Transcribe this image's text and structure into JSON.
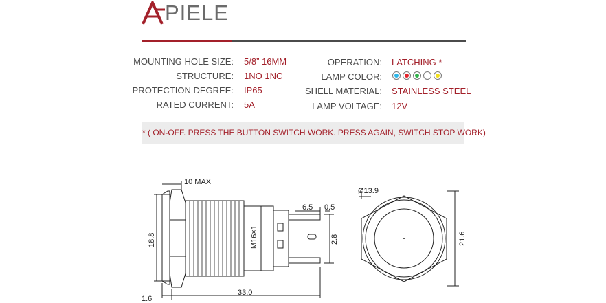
{
  "brand": {
    "name": "PIELE",
    "accent": "#a3202a"
  },
  "specs_left": [
    {
      "label": "MOUNTING HOLE SIZE:",
      "value": "5/8”  16MM"
    },
    {
      "label": "STRUCTURE:",
      "value": "1NO 1NC"
    },
    {
      "label": "PROTECTION DEGREE:",
      "value": "IP65"
    },
    {
      "label": "RATED CURRENT:",
      "value": "5A"
    }
  ],
  "specs_right": [
    {
      "label": "OPERATION:",
      "value": "LATCHING  *"
    },
    {
      "label": "LAMP COLOR:",
      "value": ""
    },
    {
      "label": "SHELL MATERIAL:",
      "value": "STAINLESS STEEL"
    },
    {
      "label": "LAMP VOLTAGE:",
      "value": "12V"
    }
  ],
  "lamp_colors": [
    "#2bb5e8",
    "#e3232b",
    "#2fb24a",
    "#ffffff",
    "#f2e01c"
  ],
  "note": "* ( ON-OFF. PRESS THE BUTTON SWITCH WORK. PRESS AGAIN, SWITCH STOP WORK)",
  "drawing": {
    "dim_10max": "10 MAX",
    "dim_6_5": "6.5",
    "dim_0_5": "0.5",
    "dim_18_8": "18.8",
    "dim_m16": "M16×1",
    "dim_2_8": "2.8",
    "dim_33": "33.0",
    "dim_1_6": "1.6",
    "dim_dia": "Ø13.9",
    "dim_21_6": "21.6"
  }
}
